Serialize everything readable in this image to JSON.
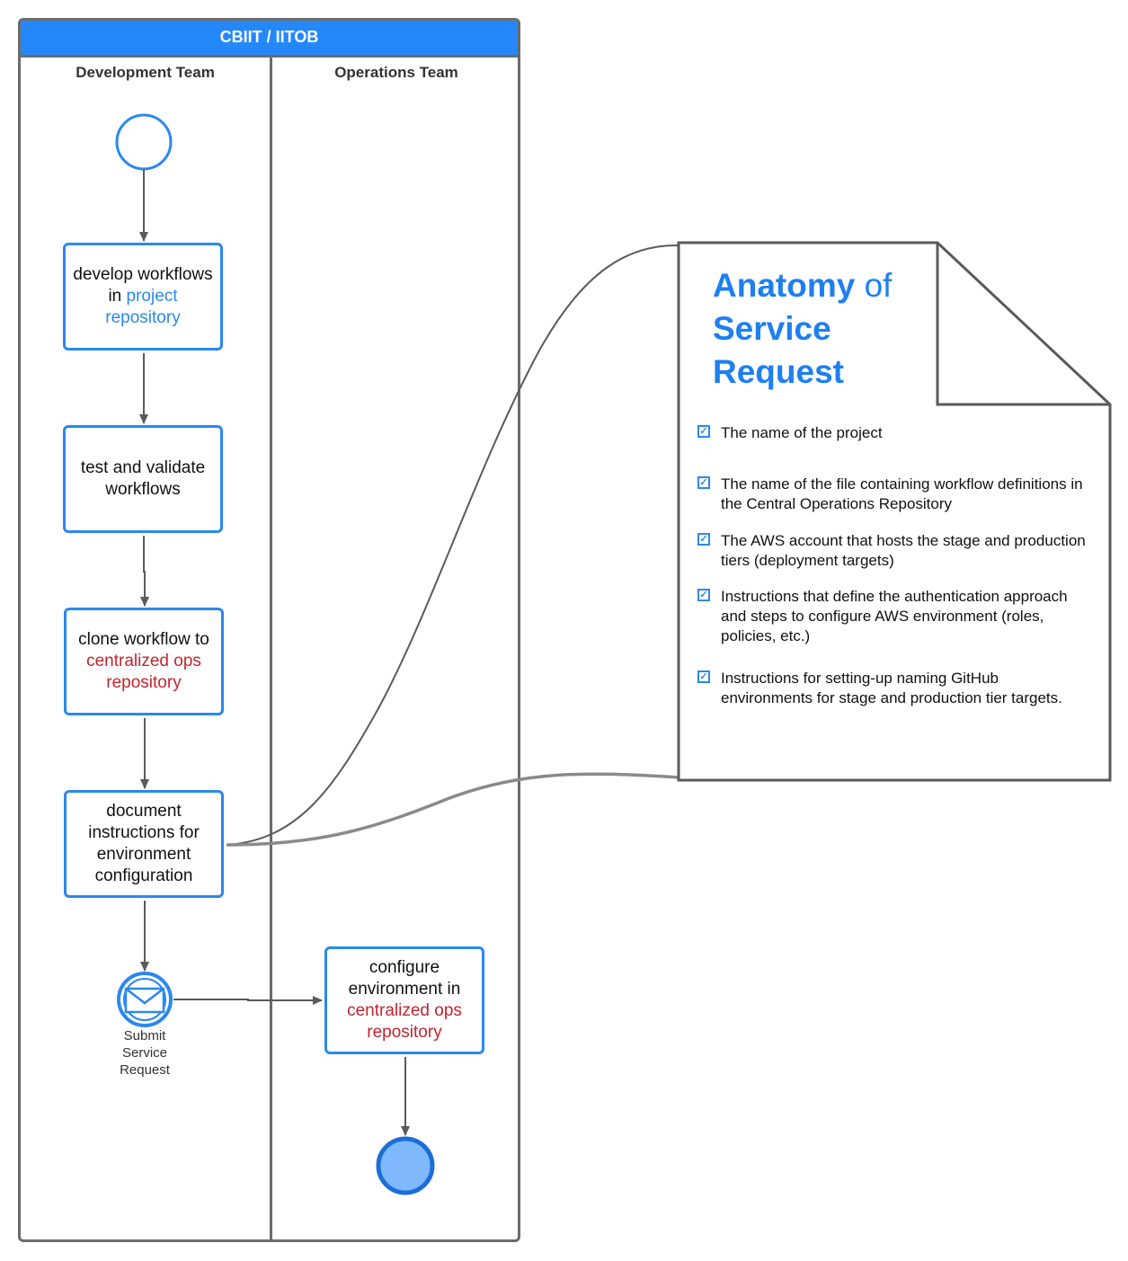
{
  "pool": {
    "title": "CBIIT / IITOB"
  },
  "lanes": [
    {
      "title": "Development Team"
    },
    {
      "title": "Operations Team"
    }
  ],
  "tasks": {
    "develop": {
      "line1": "develop workflows",
      "line2": "in",
      "line2b": "project",
      "line3": "repository"
    },
    "test": {
      "line1": "test and validate",
      "line2": "workflows"
    },
    "clone": {
      "line1": "clone workflow to",
      "line2": "centralized ops",
      "line3": "repository"
    },
    "document": {
      "line1": "document",
      "line2": "instructions for",
      "line3": "environment",
      "line4": "configuration"
    },
    "configure": {
      "line1": "configure",
      "line2": "environment in",
      "line3": "centralized ops",
      "line4": "repository"
    }
  },
  "message_event": {
    "label1": "Submit",
    "label2": "Service",
    "label3": "Request",
    "icon": "envelope-icon"
  },
  "annotation": {
    "title1": "Anatomy",
    "title_of": "of",
    "title2": "Service",
    "title3": "Request",
    "items": [
      {
        "text": "The name of the project"
      },
      {
        "text": "The name of the file containing workflow definitions in the Central Operations Repository"
      },
      {
        "text": "The AWS account that hosts the stage and production tiers (deployment targets)"
      },
      {
        "text": "Instructions that define the authentication approach and steps to configure AWS environment (roles, policies, etc.)"
      },
      {
        "text": "Instructions for setting-up naming GitHub environments for stage and production tier targets."
      }
    ]
  },
  "colors": {
    "header": "#2588fa",
    "task_border": "#2a88ee",
    "link_text": "#2a88ee",
    "repo_text": "#c2242f",
    "end_fill": "#7fb8fb",
    "end_stroke": "#1b6fd6"
  }
}
